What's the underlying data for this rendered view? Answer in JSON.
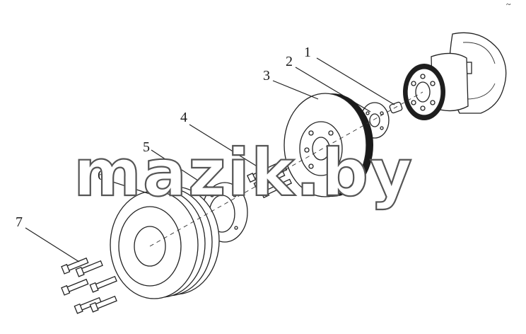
{
  "diagram": {
    "callouts": [
      {
        "id": "1",
        "label": "1"
      },
      {
        "id": "2",
        "label": "2"
      },
      {
        "id": "3",
        "label": "3"
      },
      {
        "id": "4",
        "label": "4"
      },
      {
        "id": "5",
        "label": "5"
      },
      {
        "id": "6",
        "label": "6"
      },
      {
        "id": "7",
        "label": "7"
      }
    ],
    "corner_mark": "~",
    "watermark": "mazik.by"
  }
}
